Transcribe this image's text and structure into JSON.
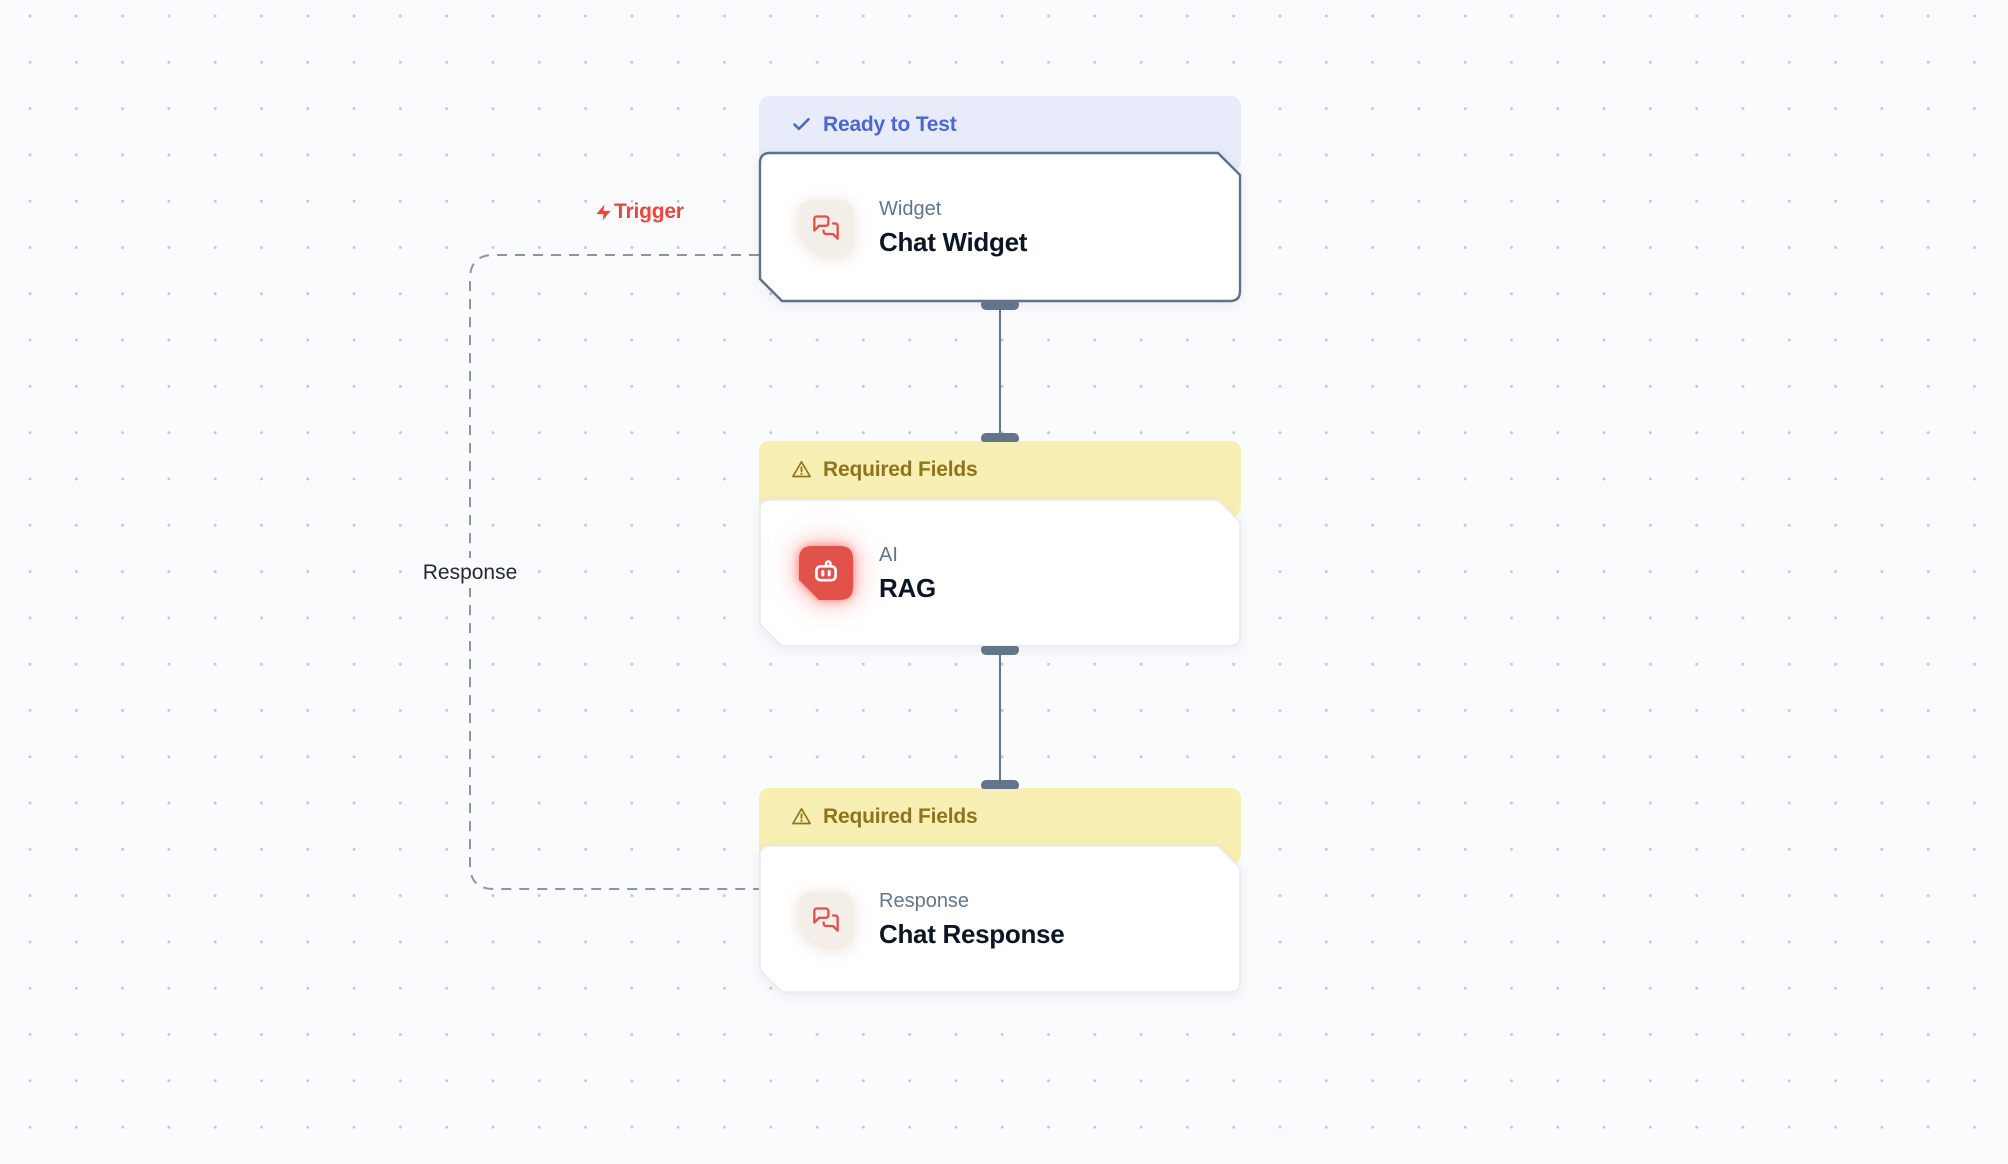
{
  "edges": {
    "trigger": {
      "label": "Trigger"
    },
    "response": {
      "label": "Response"
    }
  },
  "nodes": [
    {
      "status": {
        "label": "Ready to Test",
        "state": "ready",
        "icon": "check"
      },
      "type_label": "Widget",
      "title": "Chat Widget",
      "icon": "chat-bubbles"
    },
    {
      "status": {
        "label": "Required Fields",
        "state": "warning",
        "icon": "warning-triangle"
      },
      "type_label": "AI",
      "title": "RAG",
      "icon": "robot"
    },
    {
      "status": {
        "label": "Required Fields",
        "state": "warning",
        "icon": "warning-triangle"
      },
      "type_label": "Response",
      "title": "Chat Response",
      "icon": "chat-bubbles"
    }
  ],
  "colors": {
    "canvas_bg": "#fafbfd",
    "dot_color": "#c5c8ce",
    "ready_bg": "#e7ebfa",
    "ready_text": "#4c68d0",
    "warning_bg": "#f8efb5",
    "warning_text": "#8d751b",
    "node_bg": "#ffffff",
    "node_border_selected": "#5f7289",
    "node_border": "#e8eaef",
    "type_text": "#64748b",
    "title_text": "#0d1524",
    "accent_red": "#e0524a",
    "tile_bg": "#f3efe8",
    "trigger_red": "#e8473f",
    "connector": "#64748b",
    "dash": "#8f959e",
    "response_text": "#252b33"
  }
}
